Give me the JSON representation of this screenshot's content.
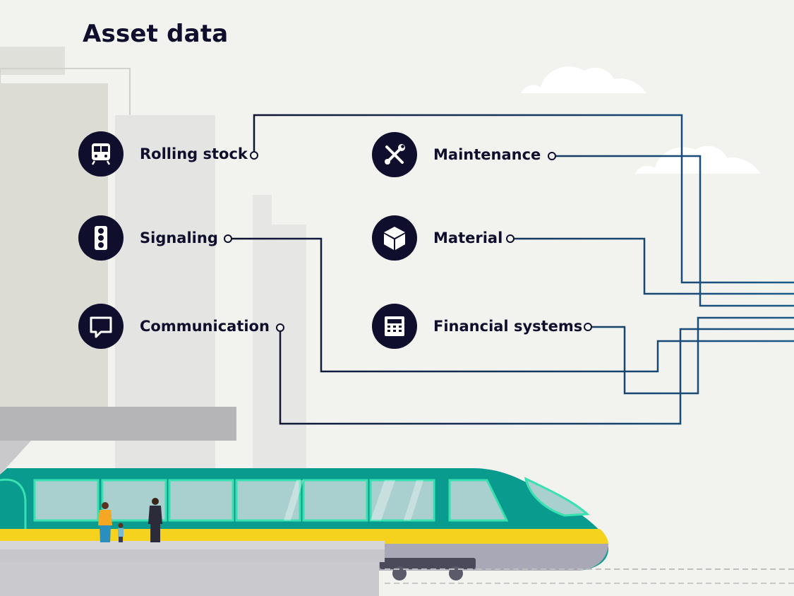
{
  "title": "Asset data",
  "colors": {
    "background": "#f2f2ee",
    "icon_badge": "#0f0f2d",
    "text": "#0f0f2d",
    "connector_start": "#0f0f2d",
    "connector_end": "#1a5a8a",
    "train_teal": "#0a9b8f",
    "train_stripe": "#f5d21e",
    "train_window": "#a9cfcf",
    "window_frame": "#39e0b0"
  },
  "items": [
    {
      "label": "Rolling stock",
      "icon": "train-icon"
    },
    {
      "label": "Signaling",
      "icon": "traffic-light-icon"
    },
    {
      "label": "Communication",
      "icon": "speech-bubble-icon"
    },
    {
      "label": "Maintenance",
      "icon": "tools-icon"
    },
    {
      "label": "Material",
      "icon": "cube-icon"
    },
    {
      "label": "Financial systems",
      "icon": "calculator-icon"
    }
  ]
}
